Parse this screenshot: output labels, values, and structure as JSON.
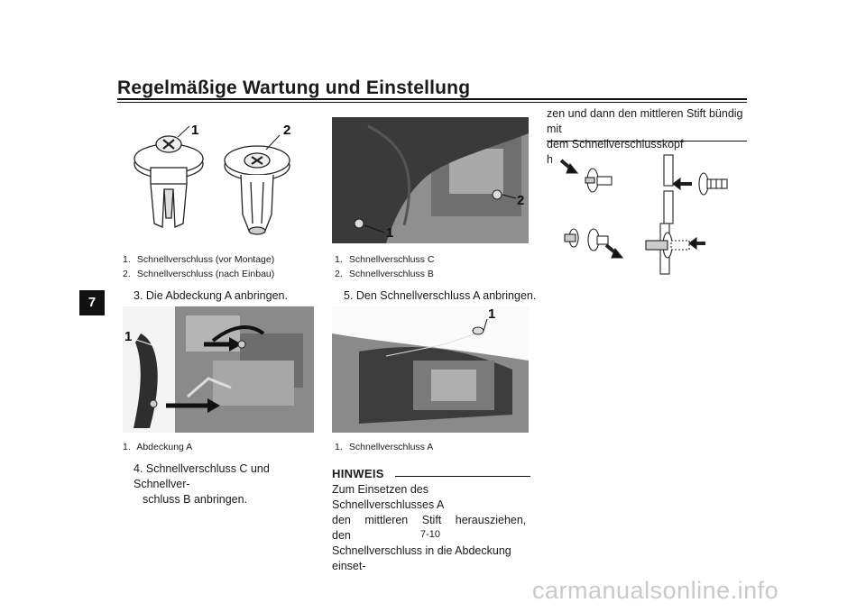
{
  "header": {
    "title": "Regelmäßige Wartung und Einstellung"
  },
  "chapter_tab": "7",
  "fig1": {
    "callouts": [
      "1",
      "2"
    ],
    "captions": [
      {
        "num": "1.",
        "text": "Schnellverschluss (vor Montage)"
      },
      {
        "num": "2.",
        "text": "Schnellverschluss (nach Einbau)"
      }
    ]
  },
  "step3": "3. Die Abdeckung A anbringen.",
  "fig2": {
    "callouts": [
      "1"
    ],
    "captions": [
      {
        "num": "1.",
        "text": "Abdeckung A"
      }
    ]
  },
  "step4_line1": "4. Schnellverschluss C und Schnellver-",
  "step4_line2": "schluss B anbringen.",
  "fig3": {
    "callouts": [
      "1",
      "2"
    ],
    "captions": [
      {
        "num": "1.",
        "text": "Schnellverschluss C"
      },
      {
        "num": "2.",
        "text": "Schnellverschluss B"
      }
    ]
  },
  "step5": "5. Den Schnellverschluss A anbringen.",
  "fig4": {
    "callouts": [
      "1"
    ],
    "captions": [
      {
        "num": "1.",
        "text": "Schnellverschluss A"
      }
    ]
  },
  "note": {
    "heading": "HINWEIS",
    "lines": [
      "Zum Einsetzen des Schnellverschlusses A",
      "den mittleren Stift herausziehen, den",
      "Schnellverschluss in die Abdeckung einset-"
    ]
  },
  "col3": {
    "lines": [
      "zen und dann den mittleren Stift bündig mit",
      "dem Schnellverschlusskopf hineindrücken."
    ]
  },
  "page_number": "7-10",
  "watermark": "carmanualsonline.info"
}
